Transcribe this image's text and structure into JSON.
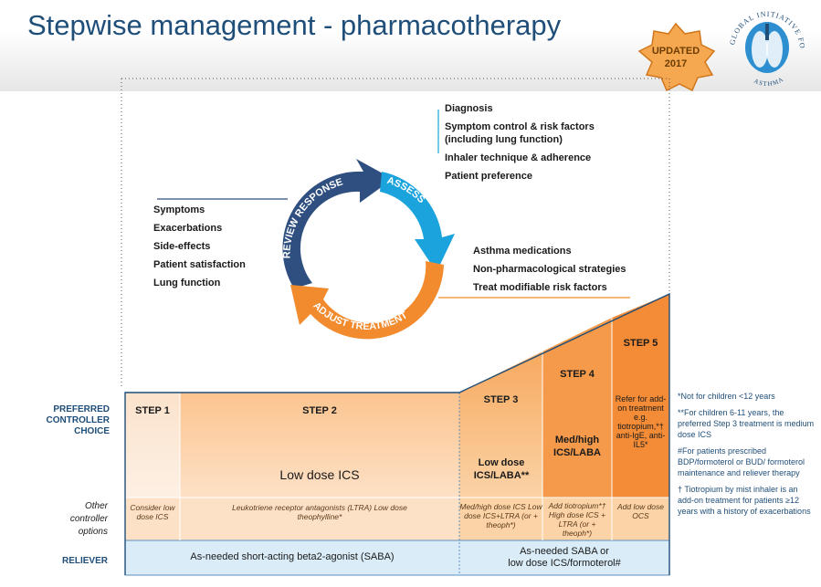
{
  "title": "Stepwise management - pharmacotherapy",
  "badge": {
    "line1": "UPDATED",
    "line2": "2017"
  },
  "logo": {
    "top_text": "GLOBAL INITIATIVE FOR",
    "bottom_text": "ASTHMA"
  },
  "cycle": {
    "review": "REVIEW RESPONSE",
    "assess": "ASSESS",
    "adjust": "ADJUST TREATMENT"
  },
  "assess_items": [
    "Diagnosis",
    "Symptom control & risk factors (including lung function)",
    "Inhaler technique & adherence",
    "Patient preference"
  ],
  "review_items": [
    "Symptoms",
    "Exacerbations",
    "Side-effects",
    "Patient satisfaction",
    "Lung function"
  ],
  "adjust_items": [
    "Asthma medications",
    "Non-pharmacological strategies",
    "Treat modifiable risk factors"
  ],
  "row_labels": {
    "preferred": "PREFERRED CONTROLLER CHOICE",
    "other": "Other controller options",
    "reliever": "RELIEVER"
  },
  "steps": [
    {
      "header": "STEP 1",
      "preferred": "",
      "other": "Consider low dose ICS"
    },
    {
      "header": "STEP 2",
      "preferred": "Low dose ICS",
      "other": "Leukotriene receptor antagonists (LTRA) Low dose theophylline*"
    },
    {
      "header": "STEP 3",
      "preferred": "Low dose ICS/LABA**",
      "other": "Med/high dose ICS Low dose ICS+LTRA (or + theoph*)"
    },
    {
      "header": "STEP 4",
      "preferred": "Med/high ICS/LABA",
      "other": "Add tiotropium*† High dose ICS + LTRA (or + theoph*)"
    },
    {
      "header": "STEP 5",
      "preferred": "Refer for add-on treatment e.g. tiotropium,*† anti-IgE, anti-IL5*",
      "other": "Add low dose OCS"
    }
  ],
  "reliever": {
    "left": "As-needed short-acting beta2-agonist (SABA)",
    "right_line1": "As-needed SABA or",
    "right_line2": "low dose ICS/formoterol#"
  },
  "footnotes": [
    "*Not for children <12 years",
    "**For children 6-11 years, the preferred Step 3 treatment is medium dose ICS",
    "#For patients prescribed BDP/formoterol or BUD/ formoterol maintenance and reliever therapy",
    "† Tiotropium by mist inhaler is an add-on treatment for patients ≥12 years with a history of exacerbations"
  ],
  "colors": {
    "title": "#1f4e79",
    "step_dark": "#f59a4a",
    "step_light": "#fbd3a6",
    "reliever": "#d9ecf8",
    "assess_arrow": "#1aa3dd",
    "review_arrow": "#2e4f7f",
    "adjust_arrow": "#f28a2e"
  }
}
